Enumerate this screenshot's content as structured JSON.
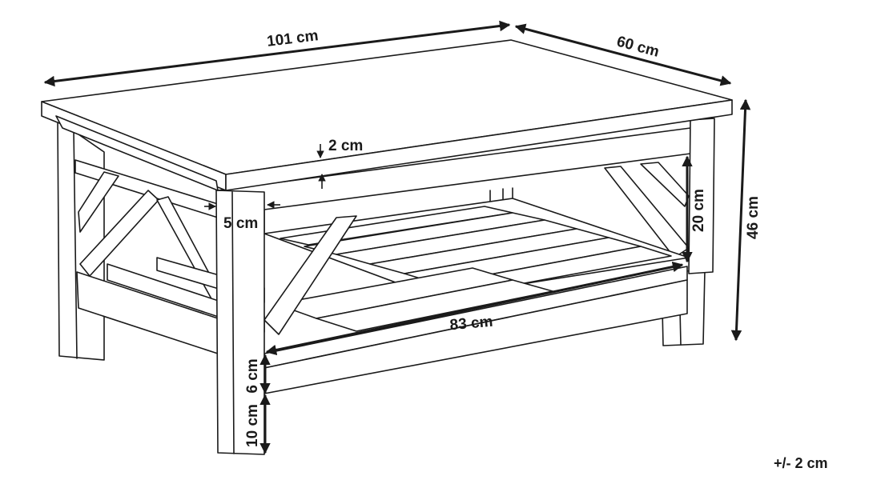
{
  "dimensions": {
    "width": "101 cm",
    "depth": "60 cm",
    "height": "46 cm",
    "top_thickness": "2 cm",
    "leg_width": "5 cm",
    "shelf_depth_gap": "20 cm",
    "shelf_length": "83 cm",
    "shelf_rail": "6 cm",
    "leg_clearance": "10 cm"
  },
  "tolerance": "+/- 2 cm"
}
